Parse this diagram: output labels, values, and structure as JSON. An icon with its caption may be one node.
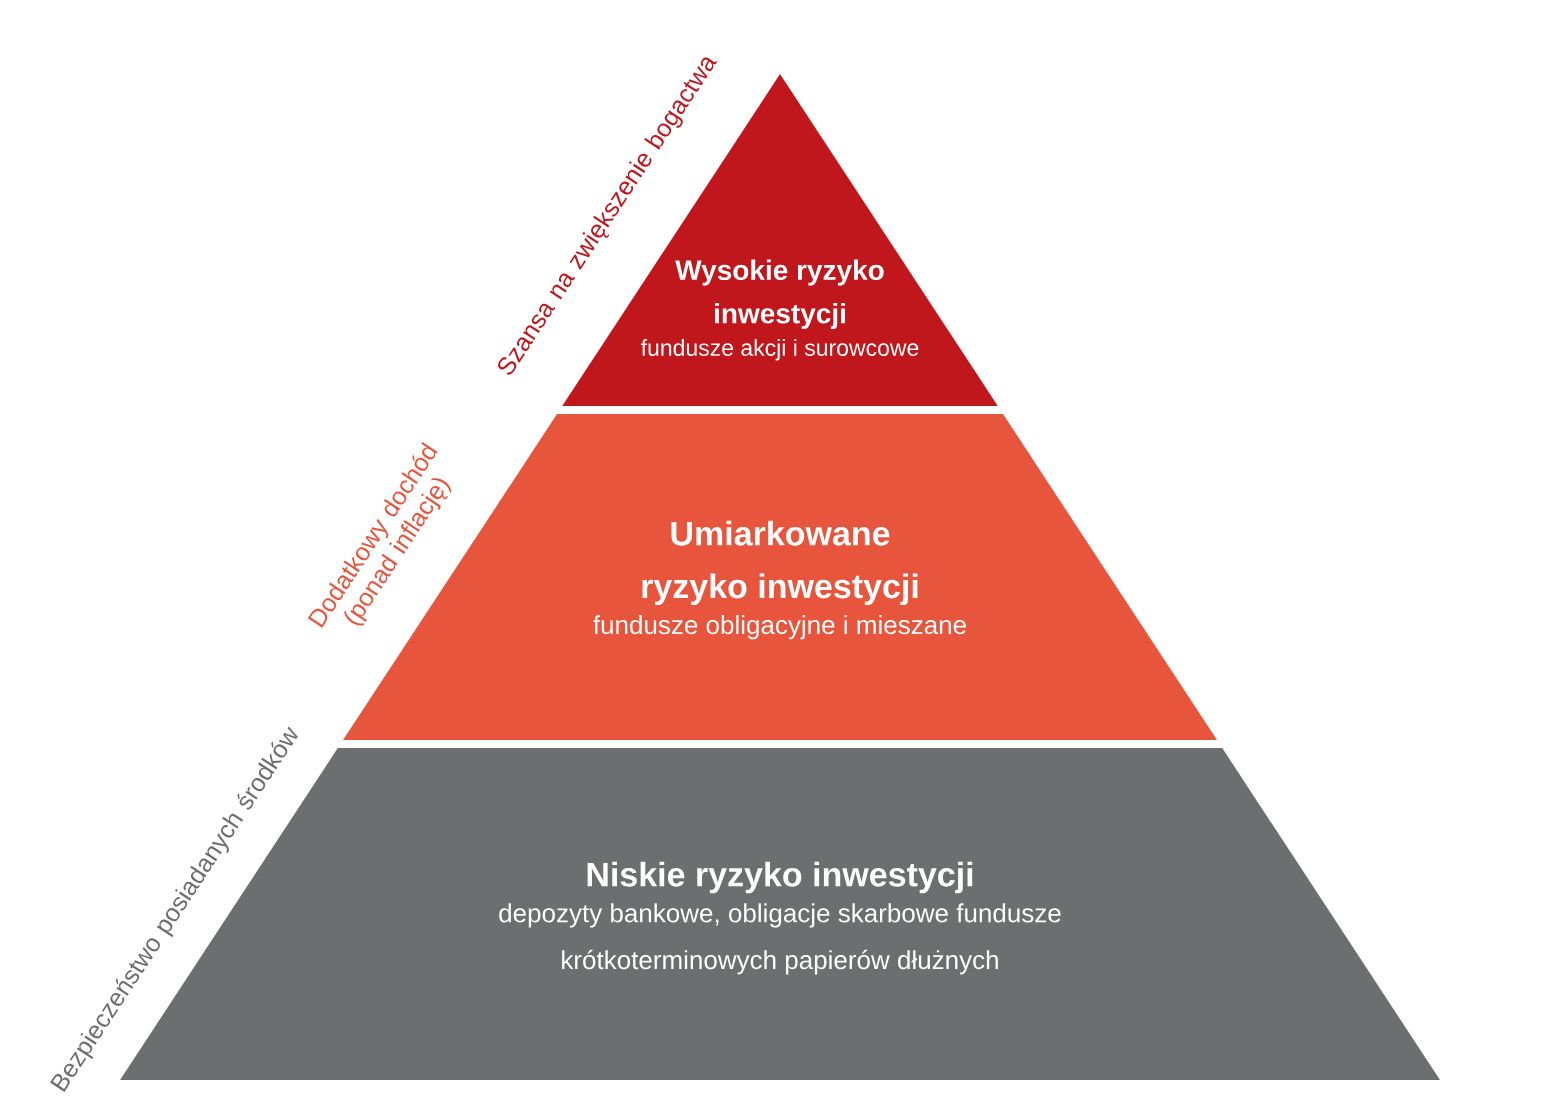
{
  "diagram": {
    "nodes": [
      {
        "text": [
          "Wysokie ryzyko inwestycji",
          "fundusze akcji i surowcowe"
        ],
        "beside": [
          "Szansa na zwiększenie bogactwa"
        ]
      },
      {
        "text": [
          "Umiarkowane ryzyko inwestycji",
          "fundusze obligacyjne i mieszane"
        ],
        "beside": [
          "Dodatkowy dochód (ponad inflację)"
        ]
      },
      {
        "text": [
          "Niskie ryzyko inwestycji",
          "depozyty bankowe, obligacje skarbowe fundusze krótkoterminowych papierów dłużnych"
        ],
        "beside": [
          "Bezpieczeństwo posiadanych środków"
        ]
      }
    ],
    "edges": []
  }
}
